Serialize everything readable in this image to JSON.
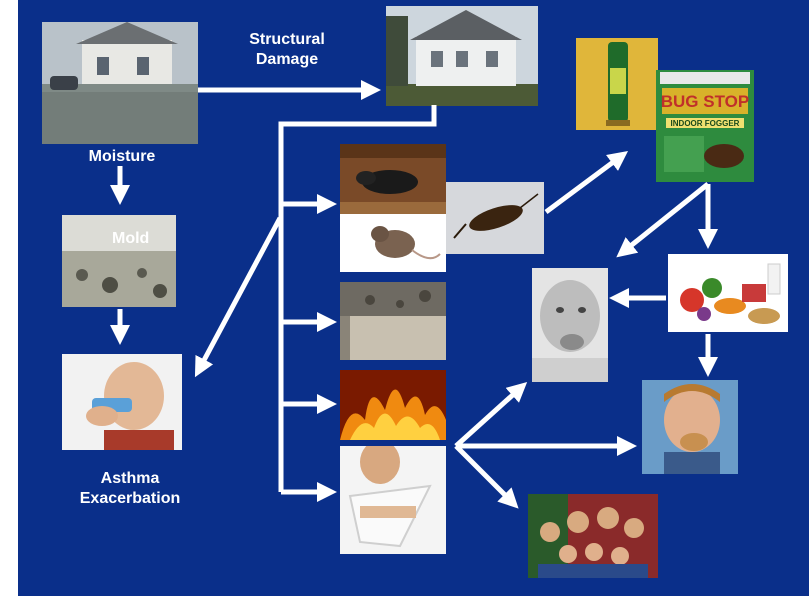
{
  "labels": {
    "moisture": "Moisture",
    "structural_damage_line1": "Structural",
    "structural_damage_line2": "Damage",
    "mold": "Mold",
    "asthma_line1": "Asthma",
    "asthma_line2": "Exacerbation"
  },
  "colors": {
    "background": "#0a2f8a",
    "arrow": "#ffffff",
    "text": "#ffffff"
  },
  "photos": [
    "flooded-house-photo",
    "damaged-house-photo",
    "insecticide-spray-can-photo",
    "bug-stop-fogger-box-photo",
    "rat-photo",
    "mouse-photo",
    "cockroach-photo",
    "moldy-wall-photo",
    "window-sill-mold-photo",
    "inhaler-child-photo",
    "fire-photo",
    "arm-sling-injury-photo",
    "child-eating-photo",
    "food-assortment-photo",
    "boy-eating-photo",
    "family-group-photo"
  ]
}
